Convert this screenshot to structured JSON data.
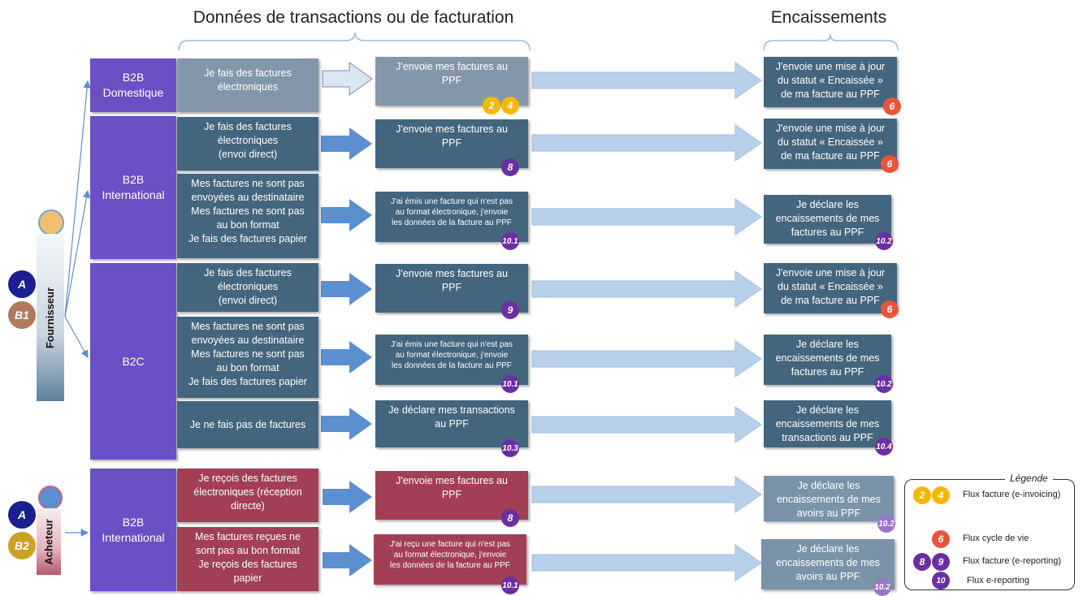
{
  "headers": {
    "transactions": "Données de transactions ou de facturation",
    "encaissements": "Encaissements"
  },
  "actors": {
    "fournisseur": "Fournisseur",
    "acheteur": "Acheteur"
  },
  "circles": {
    "a1": "A",
    "b1": "B1",
    "a2": "A",
    "b2": "B2"
  },
  "categories": {
    "b2b_dom": "B2B\nDomestique",
    "b2b_int": "B2B\nInternational",
    "b2c": "B2C",
    "b2b_int_buyer": "B2B\nInternational"
  },
  "rows": {
    "r1": {
      "left": "Je fais des factures\nélectroniques",
      "mid": "J'envoie mes factures au\nPPF",
      "right": "J'envoie une mise à jour\ndu statut « Encaissée »\nde ma facture  au PPF",
      "b1": "2",
      "b2": "4",
      "b3": "6"
    },
    "r2": {
      "left": "Je fais des factures\nélectroniques\n(envoi direct)",
      "mid": "J'envoie mes factures au\nPPF",
      "right": "J'envoie une mise à jour\ndu statut « Encaissée »\nde ma facture au PPF",
      "b1": "8",
      "b3": "6"
    },
    "r3": {
      "left": "Mes factures ne sont pas\nenvoyées au destinataire\nMes factures ne sont pas\nau bon format\nJe fais des factures papier",
      "mid": "J'ai émis une facture qui n'est pas\nau format électronique, j'envoie\nles données de la facture au PPF",
      "right": "Je déclare les\nencaissements de mes\nfactures au PPF",
      "b1": "10.1",
      "b3": "10.2"
    },
    "r4": {
      "left": "Je fais des factures\nélectroniques\n(envoi direct)",
      "mid": "J'envoie mes factures au\nPPF",
      "right": "J'envoie une mise à jour\ndu statut « Encaissée »\nde ma facture au PPF",
      "b1": "9",
      "b3": "6"
    },
    "r5": {
      "left": "Mes factures ne sont pas\nenvoyées au destinataire\nMes factures ne sont pas\nau bon format\nJe fais des factures papier",
      "mid": "J'ai émis une facture qui n'est pas\nau format électronique, j'envoie\nles données de la facture au PPF",
      "right": "Je déclare les\nencaissements de mes\nfactures au PPF",
      "b1": "10.1",
      "b3": "10.2"
    },
    "r6": {
      "left": "Je ne fais pas de factures",
      "mid": "Je déclare mes transactions\nau PPF",
      "right": "Je déclare les\nencaissements de mes\ntransactions au PPF",
      "b1": "10.3",
      "b3": "10.4"
    },
    "r7": {
      "left": "Je reçois des factures\nélectroniques  (réception\ndirecte)",
      "mid": "J'envoie mes factures au\nPPF",
      "right": "Je déclare les\nencaissements de mes\navoirs au PPF",
      "b1": "8",
      "b3": "10.2"
    },
    "r8": {
      "left": "Mes factures reçues ne\nsont pas au bon format\nJe reçois des factures\npapier",
      "mid": "J'ai reçu une facture qui n'est pas\nau format électronique, j'envoie\nles données de la facture au PPF",
      "right": "Je déclare les\nencaissements de mes\navoirs au PPF",
      "b1": "10.1",
      "b3": "10.2"
    }
  },
  "legend": {
    "title": "Légende",
    "l1": "Flux facture (e-invoicing)",
    "l1a": "2",
    "l1b": "4",
    "l2": "Flux cycle de vie",
    "l2a": "6",
    "l3": "Flux facture (e-reporting)",
    "l3a": "8",
    "l3b": "9",
    "l4": "Flux e-reporting",
    "l4a": "10"
  },
  "colors": {
    "category": "#6b4fc4",
    "slate": "#44657e",
    "buyer": "#a23f55",
    "einvoicing": "#f5b800",
    "lifecycle": "#e8553a",
    "ereporting": "#6c2ea3"
  }
}
